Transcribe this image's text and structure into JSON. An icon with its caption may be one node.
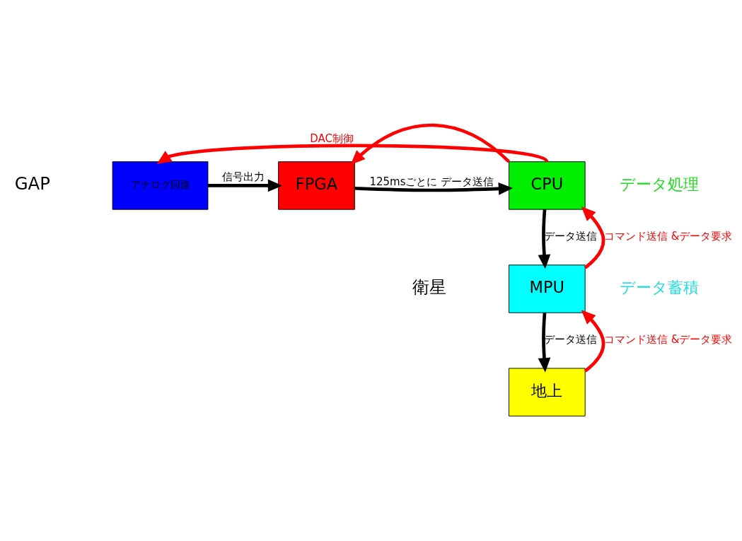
{
  "diagram": {
    "nodes": [
      {
        "text": [
          "アナログ回路"
        ]
      },
      {
        "text": [
          "FPGA"
        ]
      },
      {
        "text": [
          "CPU"
        ],
        "beside": [
          "データ処理"
        ]
      },
      {
        "text": [
          "MPU"
        ],
        "beside": [
          "データ蓄積"
        ]
      },
      {
        "text": [
          "地上"
        ]
      }
    ],
    "edges": [
      {
        "from": 0,
        "to": 1,
        "arrow": "to",
        "label": "信号出力"
      },
      {
        "from": 1,
        "to": 2,
        "arrow": "to",
        "label": "125msごとに データ送信"
      },
      {
        "from": 2,
        "to": 0,
        "arrow": "to",
        "label": "DAC制御",
        "color": "#ff0000"
      },
      {
        "from": 2,
        "to": 1,
        "arrow": "to",
        "color": "#ff0000"
      },
      {
        "from": 2,
        "to": 3,
        "arrow": "to",
        "label": "データ送信"
      },
      {
        "from": 3,
        "to": 2,
        "arrow": "to",
        "label": "コマンド送信 &データ要求",
        "color": "#ff0000"
      },
      {
        "from": 3,
        "to": 4,
        "arrow": "to",
        "label": "データ送信"
      },
      {
        "from": 4,
        "to": 3,
        "arrow": "to",
        "label": "コマンド送信 &データ要求",
        "color": "#ff0000"
      }
    ],
    "labels": [
      "GAP",
      "衛星"
    ]
  }
}
